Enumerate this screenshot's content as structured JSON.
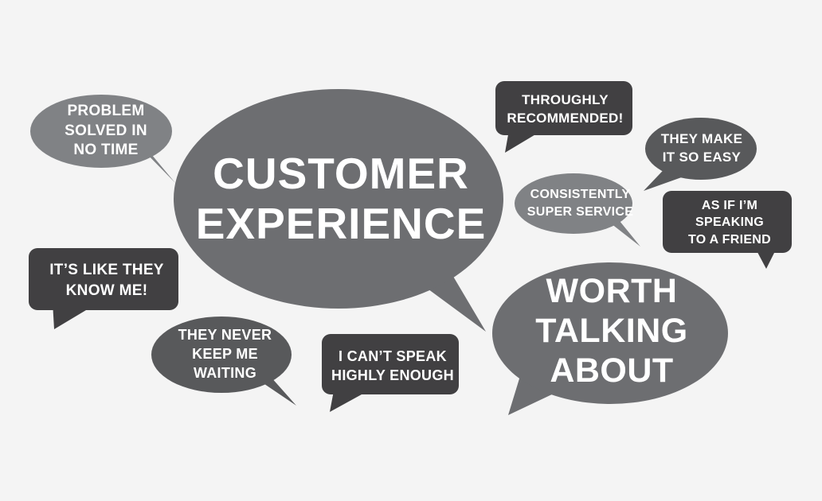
{
  "page": {
    "title": "Customer Experience Testimonial Speech Bubbles",
    "background_color": "#f4f4f4",
    "text_color": "#ffffff"
  },
  "palette": {
    "light_gray": "#808285",
    "medium_gray": "#6d6e71",
    "mid_dark_gray": "#58595b",
    "dark_gray": "#414042"
  },
  "bubbles": [
    {
      "id": "main",
      "text": "CUSTOMER\nEXPERIENCE",
      "shape": "ellipse",
      "color": "#6d6e71",
      "tail": "bottom-right",
      "emphasis": "primary"
    },
    {
      "id": "problem",
      "text": "PROBLEM\nSOLVED IN\nNO TIME",
      "shape": "ellipse",
      "color": "#808285",
      "tail": "bottom-right"
    },
    {
      "id": "throughly",
      "text": "THROUGHLY\nRECOMMENDED!",
      "shape": "rounded-rect",
      "color": "#414042",
      "tail": "bottom-left"
    },
    {
      "id": "easy",
      "text": "THEY MAKE\nIT SO EASY",
      "shape": "ellipse",
      "color": "#58595b",
      "tail": "bottom-left"
    },
    {
      "id": "consistently",
      "text": "CONSISTENTLY\nSUPER SERVICE",
      "shape": "ellipse",
      "color": "#808285",
      "tail": "bottom-right"
    },
    {
      "id": "friend",
      "text": "AS IF I’M\nSPEAKING\nTO A FRIEND",
      "shape": "rounded-rect",
      "color": "#414042",
      "tail": "bottom-right"
    },
    {
      "id": "knowme",
      "text": "IT’S LIKE THEY\nKNOW ME!",
      "shape": "rounded-rect",
      "color": "#414042",
      "tail": "bottom-left"
    },
    {
      "id": "worth",
      "text": "WORTH\nTALKING\nABOUT",
      "shape": "ellipse",
      "color": "#6d6e71",
      "tail": "bottom-left",
      "emphasis": "secondary"
    },
    {
      "id": "waiting",
      "text": "THEY NEVER\nKEEP ME\nWAITING",
      "shape": "ellipse",
      "color": "#58595b",
      "tail": "bottom-right"
    },
    {
      "id": "highly",
      "text": "I CAN’T SPEAK\nHIGHLY ENOUGH",
      "shape": "rounded-rect",
      "color": "#414042",
      "tail": "bottom-left"
    }
  ]
}
